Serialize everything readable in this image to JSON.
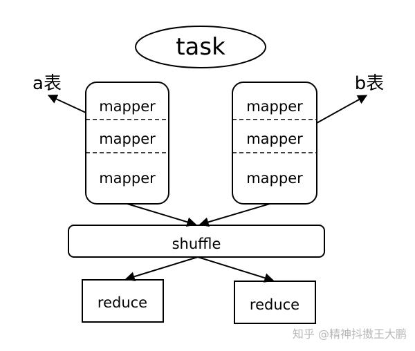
{
  "diagram": {
    "task_label": "task",
    "left_table_label": "a表",
    "right_table_label": "b表",
    "left_mappers": [
      "mapper",
      "mapper",
      "mapper"
    ],
    "right_mappers": [
      "mapper",
      "mapper",
      "mapper"
    ],
    "shuffle_label": "shuffle",
    "reducers": [
      "reduce",
      "reduce"
    ]
  },
  "watermark": "知乎 @精神抖擞王大鹏",
  "colors": {
    "stroke": "#000000",
    "background": "#ffffff",
    "watermark": "#b8b8b8"
  }
}
